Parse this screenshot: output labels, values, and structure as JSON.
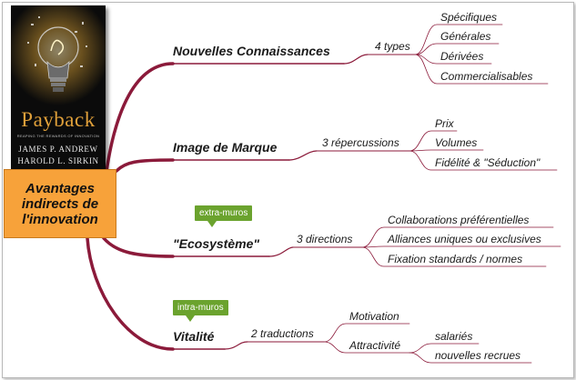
{
  "central": {
    "line1": "Avantages",
    "line2": "indirects de",
    "line3": "l'innovation"
  },
  "book": {
    "title": "Payback",
    "subtitle": "REAPING THE REWARDS OF INNOVATION",
    "author1": "JAMES P. ANDREW",
    "author2": "HAROLD L. SIRKIN"
  },
  "branches": [
    {
      "label": "Nouvelles Connaissances",
      "sub": "4 types",
      "leaves": [
        "Spécifiques",
        "Générales",
        "Dérivées",
        "Commercialisables"
      ]
    },
    {
      "label": "Image de Marque",
      "sub": "3 répercussions",
      "leaves": [
        "Prix",
        "Volumes",
        "Fidélité & \"Séduction\""
      ]
    },
    {
      "label": "\"Ecosystème\"",
      "tag": "extra-muros",
      "sub": "3 directions",
      "leaves": [
        "Collaborations préférentielles",
        "Alliances uniques ou exclusives",
        "Fixation standards / normes"
      ]
    },
    {
      "label": "Vitalité",
      "tag": "intra-muros",
      "sub": "2 traductions",
      "children": [
        {
          "label": "Motivation"
        },
        {
          "label": "Attractivité",
          "leaves": [
            "salariés",
            "nouvelles recrues"
          ]
        }
      ]
    }
  ],
  "colors": {
    "branch_line": "#8b1a3a",
    "central_fill": "#f7a23a",
    "tag_fill": "#6ba32e"
  }
}
